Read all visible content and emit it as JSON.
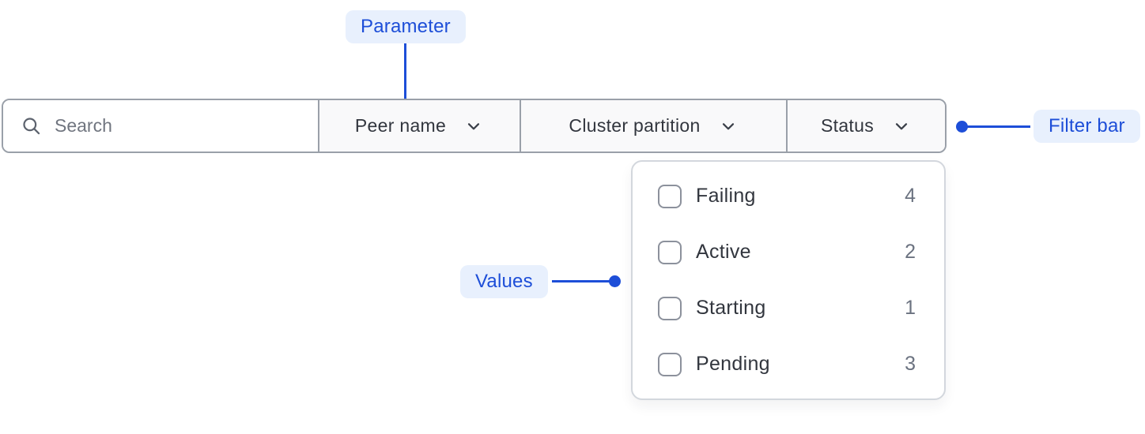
{
  "annotations": {
    "parameter": {
      "label": "Parameter"
    },
    "filter_bar": {
      "label": "Filter bar"
    },
    "values": {
      "label": "Values"
    }
  },
  "filter_bar": {
    "search": {
      "placeholder": "Search",
      "value": ""
    },
    "dropdowns": [
      {
        "label": "Peer name"
      },
      {
        "label": "Cluster partition"
      },
      {
        "label": "Status"
      }
    ]
  },
  "status_menu": {
    "options": [
      {
        "label": "Failing",
        "count": "4",
        "checked": false
      },
      {
        "label": "Active",
        "count": "2",
        "checked": false
      },
      {
        "label": "Starting",
        "count": "1",
        "checked": false
      },
      {
        "label": "Pending",
        "count": "3",
        "checked": false
      }
    ]
  },
  "colors": {
    "annotation_blue": "#1d4ed8",
    "annotation_badge_bg": "#e8f0fd",
    "bar_border": "#9aa0a9",
    "bar_section_bg": "#f9f9fa",
    "search_bg": "#ffffff",
    "panel_border": "#d3d7dd",
    "text_dark": "#32363e",
    "text_gray": "#6b7280"
  }
}
